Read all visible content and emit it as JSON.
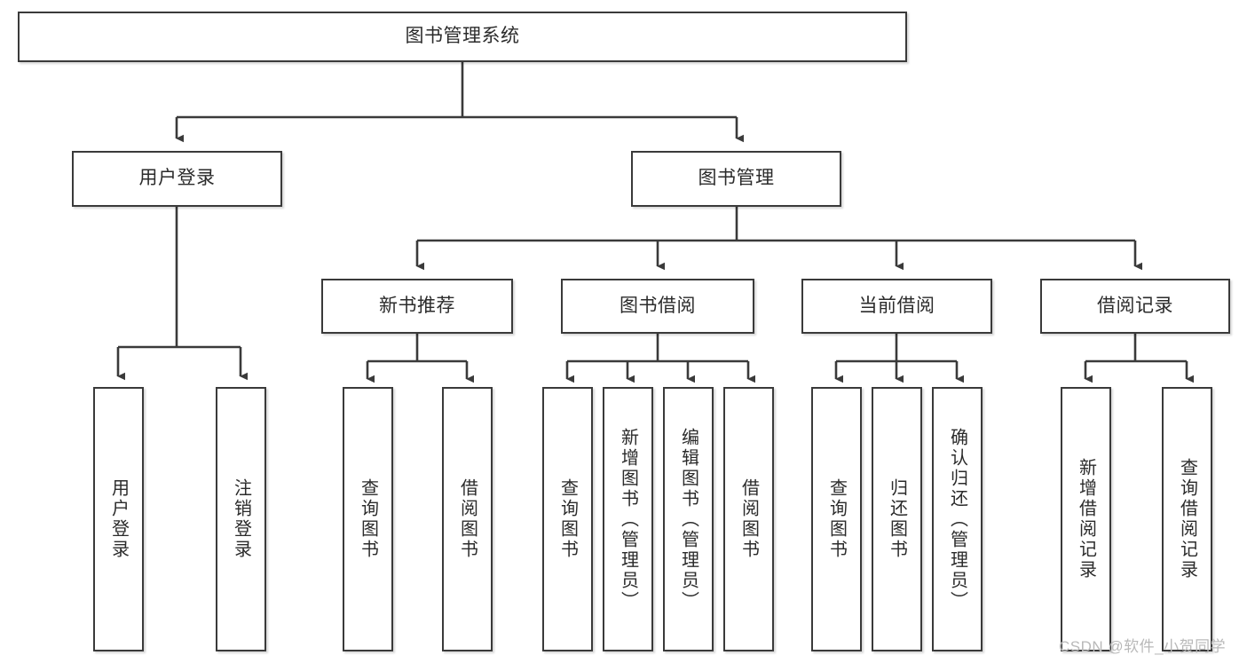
{
  "diagram": {
    "type": "hierarchy-tree",
    "title": "图书管理系统",
    "watermark": "CSDN @软件_小贺同学",
    "colors": {
      "border": "#3a3a3a",
      "text": "#2b2b2b",
      "background": "#ffffff",
      "connector": "#3a3a3a",
      "watermark": "#b9b9b9"
    },
    "nodes": {
      "root": {
        "label": "图书管理系统"
      },
      "level2": [
        {
          "id": "user-login",
          "label": "用户登录"
        },
        {
          "id": "book-management",
          "label": "图书管理"
        }
      ],
      "level3": [
        {
          "id": "new-book-recommend",
          "label": "新书推荐"
        },
        {
          "id": "book-borrow",
          "label": "图书借阅"
        },
        {
          "id": "current-borrow",
          "label": "当前借阅"
        },
        {
          "id": "borrow-record",
          "label": "借阅记录"
        }
      ],
      "leaves": [
        {
          "id": "leaf-user-login",
          "label": "用户登录",
          "parent": "user-login"
        },
        {
          "id": "leaf-user-logout",
          "label": "注销登录",
          "parent": "user-login"
        },
        {
          "id": "leaf-query-book-1",
          "label": "查询图书",
          "parent": "new-book-recommend"
        },
        {
          "id": "leaf-borrow-book-1",
          "label": "借阅图书",
          "parent": "new-book-recommend"
        },
        {
          "id": "leaf-query-book-2",
          "label": "查询图书",
          "parent": "book-borrow"
        },
        {
          "id": "leaf-add-book",
          "label": "新增图书（管理员）",
          "parent": "book-borrow"
        },
        {
          "id": "leaf-edit-book",
          "label": "编辑图书（管理员）",
          "parent": "book-borrow"
        },
        {
          "id": "leaf-borrow-book-2",
          "label": "借阅图书",
          "parent": "book-borrow"
        },
        {
          "id": "leaf-query-book-3",
          "label": "查询图书",
          "parent": "current-borrow"
        },
        {
          "id": "leaf-return-book",
          "label": "归还图书",
          "parent": "current-borrow"
        },
        {
          "id": "leaf-confirm-return",
          "label": "确认归还（管理员）",
          "parent": "current-borrow"
        },
        {
          "id": "leaf-add-record",
          "label": "新增借阅记录",
          "parent": "borrow-record"
        },
        {
          "id": "leaf-query-record",
          "label": "查询借阅记录",
          "parent": "borrow-record"
        }
      ]
    }
  }
}
